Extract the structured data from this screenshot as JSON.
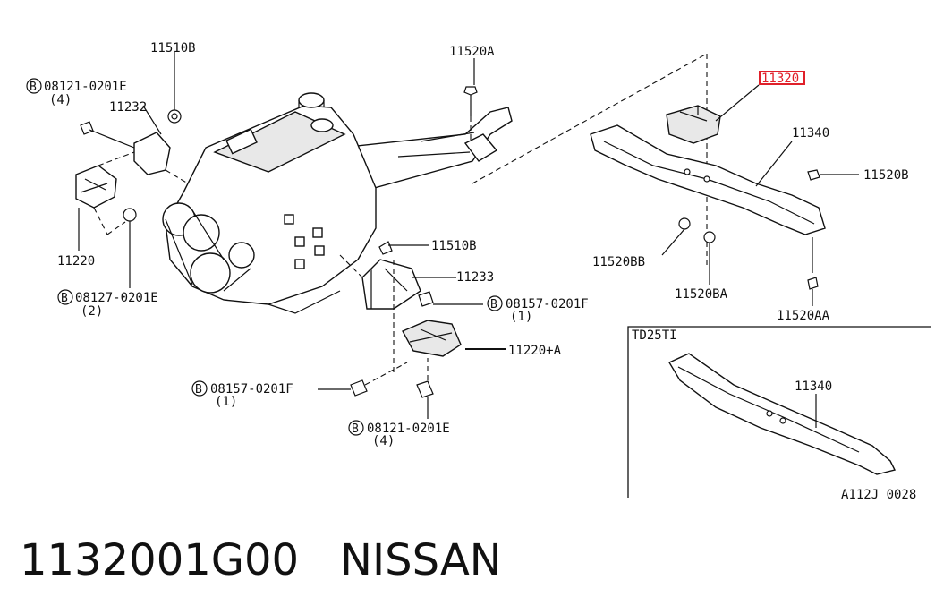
{
  "labels": {
    "p11510B_top": "11510B",
    "p08121_top": "08121-0201E",
    "p08121_top_qty": "(4)",
    "p11232": "11232",
    "p11520A": "11520A",
    "p11220": "11220",
    "p08127": "08127-0201E",
    "p08127_qty": "(2)",
    "p11510B_mid": "11510B",
    "p11233": "11233",
    "p08157_right": "08157-0201F",
    "p08157_right_qty": "(1)",
    "p11220A": "11220+A",
    "p08157_left": "08157-0201F",
    "p08157_left_qty": "(1)",
    "p08121_bottom": "08121-0201E",
    "p08121_bottom_qty": "(4)",
    "p11320": "11320",
    "p11340": "11340",
    "p11520B": "11520B",
    "p11520BB": "11520BB",
    "p11520BA": "11520BA",
    "p11520AA": "11520AA",
    "inset_title": "TD25TI",
    "inset_11340": "11340",
    "ref_code": "A112J 0028",
    "b_marker": "B"
  },
  "highlight_color": "#e0202a",
  "footer": {
    "part_number": "1132001G00",
    "brand": "NISSAN"
  }
}
